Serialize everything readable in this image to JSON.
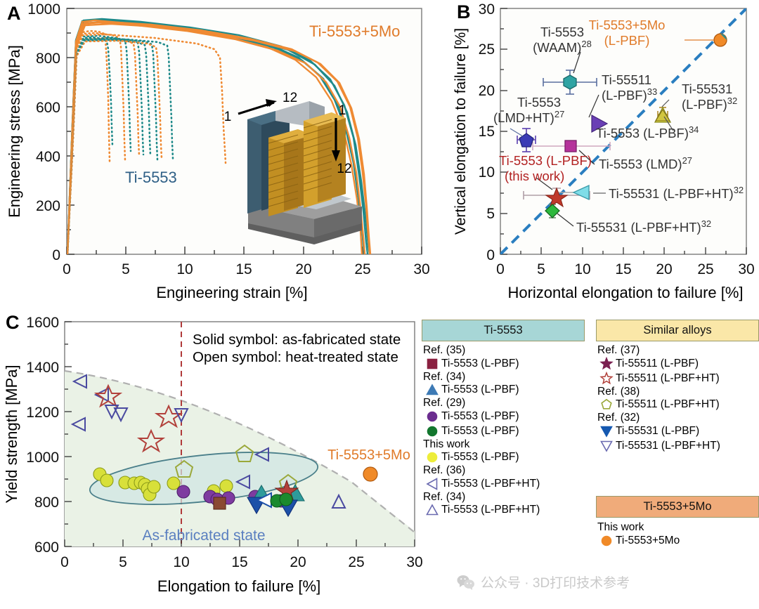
{
  "figure": {
    "panels": [
      "A",
      "B",
      "C"
    ],
    "watermark": "公众号 · 3D打印技术参考"
  },
  "panelA": {
    "label": "A",
    "xlabel": "Engineering strain [%]",
    "ylabel": "Engineering stress [MPa]",
    "xticks": [
      "0",
      "5",
      "10",
      "15",
      "20",
      "25",
      "30"
    ],
    "yticks": [
      "0",
      "200",
      "400",
      "600",
      "800",
      "1000"
    ],
    "xlim": [
      0,
      30
    ],
    "ylim": [
      0,
      1000
    ],
    "annotations": {
      "alloy_new": "Ti-5553+5Mo",
      "alloy_base": "Ti-5553",
      "inset_top_start": "1",
      "inset_top_end": "12",
      "inset_right_start": "1",
      "inset_right_end": "12"
    },
    "colors": {
      "teal": "#1f8a8a",
      "orange": "#ef8a33",
      "label_orange": "#e07b2a",
      "label_blue": "#2e5f86"
    }
  },
  "panelB": {
    "label": "B",
    "xlabel": "Horizontal elongation to failure [%]",
    "ylabel": "Vertical elongation to failure [%]",
    "xticks": [
      "0",
      "5",
      "10",
      "15",
      "20",
      "25",
      "30"
    ],
    "yticks": [
      "0",
      "5",
      "10",
      "15",
      "20",
      "25",
      "30"
    ],
    "xlim": [
      0,
      30
    ],
    "ylim": [
      0,
      30
    ],
    "parity_line": "y = x (dashed)",
    "points": [
      {
        "name": "Ti-5553+5Mo (L-PBF)",
        "label": "Ti-5553+5Mo\n(L-PBF)",
        "x": 26.3,
        "y": 26.2,
        "xerr": 0.4,
        "yerr": 0.4,
        "marker": "circle",
        "color": "#f08a28",
        "label_color": "#e07b2a"
      },
      {
        "name": "Ti-5553 (WAAM)28",
        "label": "Ti-5553\n(WAAM)",
        "ref": "28",
        "x": 8.5,
        "y": 21.0,
        "xerr": 3.3,
        "yerr": 1.5,
        "marker": "hexagon",
        "color": "#2fa3a3"
      },
      {
        "name": "Ti-55511 (L-PBF)33",
        "label": "Ti-55511\n(L-PBF)",
        "ref": "33",
        "x": 9.6,
        "y": 16.4,
        "xerr": 0,
        "yerr": 0,
        "marker": "triangle-right",
        "color": "#6a3fb5"
      },
      {
        "name": "Ti-55531 (L-PBF)32",
        "label": "Ti-55531\n(L-PBF)",
        "ref": "32",
        "x": 19.9,
        "y": 17.1,
        "xerr": 0.6,
        "yerr": 0.8,
        "marker": "triangle-up",
        "color": "#e8e84a"
      },
      {
        "name": "Ti-5553 (LMD+HT)27",
        "label": "Ti-5553\n(LMD+HT)",
        "ref": "27",
        "x": 2.0,
        "y": 14.0,
        "xerr": 0.6,
        "yerr": 1.4,
        "marker": "pentagon",
        "color": "#3b3bb5"
      },
      {
        "name": "Ti-5553 (LMD)27",
        "label": "Ti-5553 (LMD)",
        "ref": "27",
        "x": 8.6,
        "y": 13.2,
        "xerr": 4.7,
        "yerr": 0.5,
        "marker": "square",
        "color": "#b5339b"
      },
      {
        "name": "Ti-5553 (L-PBF)34",
        "label": "Ti-5553 (L-PBF)",
        "ref": "34",
        "x": 19.9,
        "y": 17.1,
        "marker": "triangle-up",
        "color": "#c8b83a"
      },
      {
        "name": "Ti-5553 (L-PBF) this work",
        "label": "Ti-5553 (L-PBF)\n(this work)",
        "x": 6.8,
        "y": 7.2,
        "xerr": 4.0,
        "yerr": 0.9,
        "marker": "star",
        "color": "#c0392b",
        "label_color": "#b22222"
      },
      {
        "name": "Ti-55531 (L-PBF+HT)32 upper",
        "label": "Ti-55531 (L-PBF+HT)",
        "ref": "32",
        "x": 9.0,
        "y": 7.5,
        "xerr": 1.8,
        "yerr": 0.3,
        "marker": "triangle-left",
        "color": "#7fdde8"
      },
      {
        "name": "Ti-55531 (L-PBF+HT)32 lower",
        "label": "Ti-55531 (L-PBF+HT)",
        "ref": "32",
        "x": 6.3,
        "y": 5.3,
        "xerr": 0.4,
        "yerr": 0.6,
        "marker": "diamond",
        "color": "#2db83d"
      }
    ]
  },
  "panelC": {
    "label": "C",
    "xlabel": "Elongation to failure [%]",
    "ylabel": "Yield strength [MPa]",
    "xticks": [
      "0",
      "5",
      "10",
      "15",
      "20",
      "25",
      "30"
    ],
    "yticks": [
      "600",
      "800",
      "1000",
      "1200",
      "1400",
      "1600"
    ],
    "xlim": [
      0,
      30
    ],
    "ylim": [
      600,
      1600
    ],
    "notes": [
      "Solid symbol: as-fabricated state",
      "Open symbol: heat-treated state"
    ],
    "ellipse_label": "As-fabricated state",
    "callout": "Ti-5553+5Mo",
    "vline_x": 10,
    "scatter": [
      {
        "marker": "triangle-left-open",
        "color": "#4a4aa0",
        "x": 1.7,
        "y": 1400
      },
      {
        "marker": "triangle-left-open",
        "color": "#4a4aa0",
        "x": 3.6,
        "y": 1338
      },
      {
        "marker": "star-open",
        "color": "#b2413b",
        "x": 4.1,
        "y": 1343
      },
      {
        "marker": "triangle-down-open",
        "color": "#4a4aa0",
        "x": 4.3,
        "y": 1283
      },
      {
        "marker": "triangle-down-open",
        "color": "#4a4aa0",
        "x": 5.1,
        "y": 1272
      },
      {
        "marker": "triangle-left-open",
        "color": "#4a4aa0",
        "x": 1.9,
        "y": 1172
      },
      {
        "marker": "star-open",
        "color": "#b2413b",
        "x": 9.3,
        "y": 1232
      },
      {
        "marker": "triangle-down-open",
        "color": "#4a4aa0",
        "x": 10.4,
        "y": 1228
      },
      {
        "marker": "star-open",
        "color": "#b2413b",
        "x": 7.8,
        "y": 1118
      },
      {
        "marker": "pentagon-open",
        "color": "#9aa83a",
        "x": 15.8,
        "y": 1043
      },
      {
        "marker": "triangle-left-open",
        "color": "#4a4aa0",
        "x": 17.0,
        "y": 1003
      },
      {
        "marker": "pentagon-open",
        "color": "#9aa83a",
        "x": 10.2,
        "y": 975
      },
      {
        "marker": "pentagon-open",
        "color": "#9aa83a",
        "x": 19.5,
        "y": 913
      },
      {
        "marker": "triangle-left-open",
        "color": "#4a4aa0",
        "x": 15.6,
        "y": 880
      },
      {
        "marker": "triangle-up-open",
        "color": "#4a4aa0",
        "x": 24.0,
        "y": 775
      },
      {
        "marker": "circle",
        "color": "#d8e03a",
        "x": 3.0,
        "y": 918
      },
      {
        "marker": "circle",
        "color": "#d8e03a",
        "x": 3.6,
        "y": 890
      },
      {
        "marker": "circle",
        "color": "#d8e03a",
        "x": 5.2,
        "y": 880
      },
      {
        "marker": "circle",
        "color": "#d8e03a",
        "x": 6.0,
        "y": 878
      },
      {
        "marker": "circle",
        "color": "#d8e03a",
        "x": 6.5,
        "y": 880
      },
      {
        "marker": "circle",
        "color": "#d8e03a",
        "x": 6.9,
        "y": 872
      },
      {
        "marker": "circle",
        "color": "#d8e03a",
        "x": 7.1,
        "y": 851
      },
      {
        "marker": "circle",
        "color": "#d8e03a",
        "x": 7.3,
        "y": 827
      },
      {
        "marker": "circle",
        "color": "#d8e03a",
        "x": 7.7,
        "y": 862
      },
      {
        "marker": "circle",
        "color": "#d8e03a",
        "x": 9.4,
        "y": 875
      },
      {
        "marker": "circle",
        "color": "#d8e03a",
        "x": 13.9,
        "y": 862
      },
      {
        "marker": "circle",
        "color": "#d8e03a",
        "x": 12.8,
        "y": 840
      },
      {
        "marker": "circle",
        "color": "#7e3ba0",
        "x": 10.2,
        "y": 845
      },
      {
        "marker": "circle",
        "color": "#7e3ba0",
        "x": 12.5,
        "y": 823
      },
      {
        "marker": "circle",
        "color": "#7e3ba0",
        "x": 13.1,
        "y": 812
      },
      {
        "marker": "circle",
        "color": "#7e3ba0",
        "x": 14.1,
        "y": 818
      },
      {
        "marker": "circle",
        "color": "#7e3ba0",
        "x": 16.4,
        "y": 823
      },
      {
        "marker": "circle",
        "color": "#7e3ba0",
        "x": 18.6,
        "y": 805
      },
      {
        "marker": "square",
        "color": "#8a4a32",
        "x": 12.9,
        "y": 800
      },
      {
        "marker": "triangle-up",
        "color": "#2e9b9b",
        "x": 17.0,
        "y": 846
      },
      {
        "marker": "triangle-up",
        "color": "#2e9b9b",
        "x": 19.9,
        "y": 848
      },
      {
        "marker": "star",
        "color": "#b2413b",
        "x": 19.2,
        "y": 856
      },
      {
        "marker": "triangle-down",
        "color": "#1c50a8",
        "x": 16.3,
        "y": 803
      },
      {
        "marker": "triangle-down",
        "color": "#1c50a8",
        "x": 19.0,
        "y": 795
      },
      {
        "marker": "triangle-left-open-dark",
        "color": "#1c50a8",
        "x": 17.0,
        "y": 806
      },
      {
        "marker": "circle",
        "color": "#1b8a2e",
        "x": 18.5,
        "y": 803
      },
      {
        "marker": "circle",
        "color": "#1b8a2e",
        "x": 19.3,
        "y": 807
      },
      {
        "marker": "circle",
        "color": "#f08a28",
        "x": 26.3,
        "y": 922
      }
    ]
  },
  "legend": {
    "headers": {
      "ti5553": "Ti-5553",
      "similar": "Similar alloys",
      "ti5553mo": "Ti-5553+5Mo"
    },
    "colors": {
      "ti5553_bg": "#a7d6d6",
      "similar_bg": "#fae7a8",
      "ti5553mo_bg": "#f0ab7a"
    },
    "col1": [
      {
        "type": "ref",
        "text": "Ref. (35)"
      },
      {
        "type": "item",
        "marker": "square",
        "color": "#8a2040",
        "label": "Ti-5553 (L-PBF)"
      },
      {
        "type": "ref",
        "text": "Ref. (34)"
      },
      {
        "type": "item",
        "marker": "triangle-up",
        "color": "#3d7ab5",
        "label": "Ti-5553 (L-PBF)"
      },
      {
        "type": "ref",
        "text": "Ref. (29)"
      },
      {
        "type": "item",
        "marker": "circle",
        "color": "#6b2d8f",
        "label": "Ti-5553 (L-PBF)"
      },
      {
        "type": "item",
        "marker": "circle",
        "color": "#13772e",
        "label": "Ti-5553 (L-PBF)"
      },
      {
        "type": "ref",
        "text": "This work"
      },
      {
        "type": "item",
        "marker": "circle",
        "color": "#eded3a",
        "label": "Ti-5553 (L-PBF)"
      },
      {
        "type": "ref",
        "text": "Ref. (36)"
      },
      {
        "type": "item",
        "marker": "triangle-left-open",
        "color": "#6a6ab0",
        "label": "Ti-5553 (L-PBF+HT)"
      },
      {
        "type": "ref",
        "text": "Ref. (34)"
      },
      {
        "type": "item",
        "marker": "triangle-up-open",
        "color": "#6a6ab0",
        "label": "Ti-5553 (L-PBF+HT)"
      }
    ],
    "col2": [
      {
        "type": "ref",
        "text": "Ref. (37)"
      },
      {
        "type": "item",
        "marker": "star",
        "color": "#7a1f50",
        "label": "Ti-55511 (L-PBF)"
      },
      {
        "type": "item",
        "marker": "star-open",
        "color": "#b2413b",
        "label": "Ti-55511 (L-PBF+HT)"
      },
      {
        "type": "ref",
        "text": "Ref. (38)"
      },
      {
        "type": "item",
        "marker": "pentagon-open",
        "color": "#9aa83a",
        "label": "Ti-55511 (L-PBF+HT)"
      },
      {
        "type": "ref",
        "text": "Ref. (32)"
      },
      {
        "type": "item",
        "marker": "triangle-down",
        "color": "#1558b0",
        "label": "Ti-55531 (L-PBF)"
      },
      {
        "type": "item",
        "marker": "triangle-down-open",
        "color": "#6a6ab0",
        "label": "Ti-55531 (L-PBF+HT)"
      }
    ],
    "col3": [
      {
        "type": "ref",
        "text": "This work"
      },
      {
        "type": "item",
        "marker": "circle",
        "color": "#f08a28",
        "label": "Ti-5553+5Mo"
      }
    ]
  }
}
